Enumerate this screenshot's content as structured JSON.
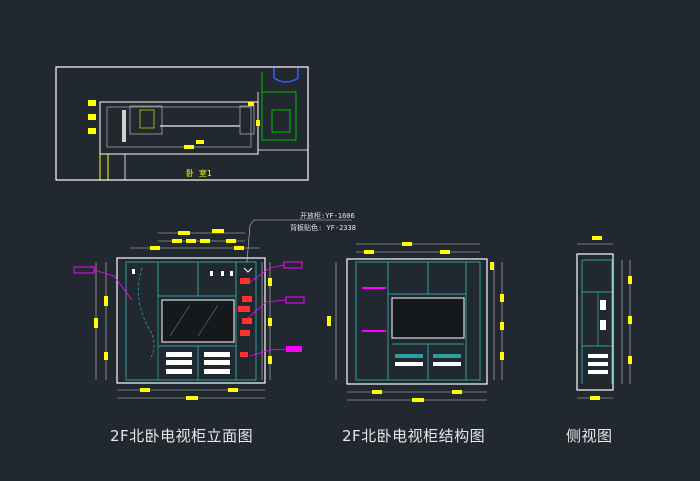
{
  "plan": {
    "room_label": "卧 室1"
  },
  "annotation": {
    "line1": "开放柜:YF-1606",
    "line2": "背板贴色: YF-2338"
  },
  "captions": {
    "elevation": "2F北卧电视柜立面图",
    "structure": "2F北卧电视柜结构图",
    "side": "侧视图"
  },
  "colors": {
    "background": "#212830",
    "outline": "#ffffff",
    "cabinet": "#2aa0a0",
    "dimension": "#ffff00",
    "callout": "#ff00ff",
    "hatch": "#ff3030",
    "plan_green": "#00c000",
    "plan_blue": "#3060ff"
  }
}
